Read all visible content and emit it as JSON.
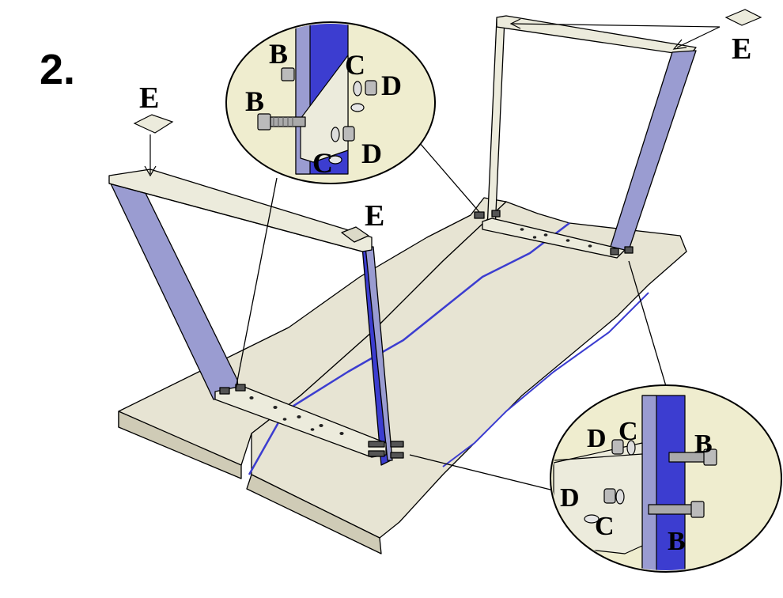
{
  "step_number": "2.",
  "parts": {
    "bolt": "B",
    "washer": "C",
    "nut": "D",
    "foot_pad": "E"
  },
  "colors": {
    "background": "#ffffff",
    "wood": "#e7e4d3",
    "wood_edge": "#cfcbb6",
    "leg_face": "#9a9cd1",
    "leg_dark": "#3c3dd0",
    "leg_top": "#ecebdc",
    "callout_bg": "#efedcf",
    "outline": "#000000"
  }
}
